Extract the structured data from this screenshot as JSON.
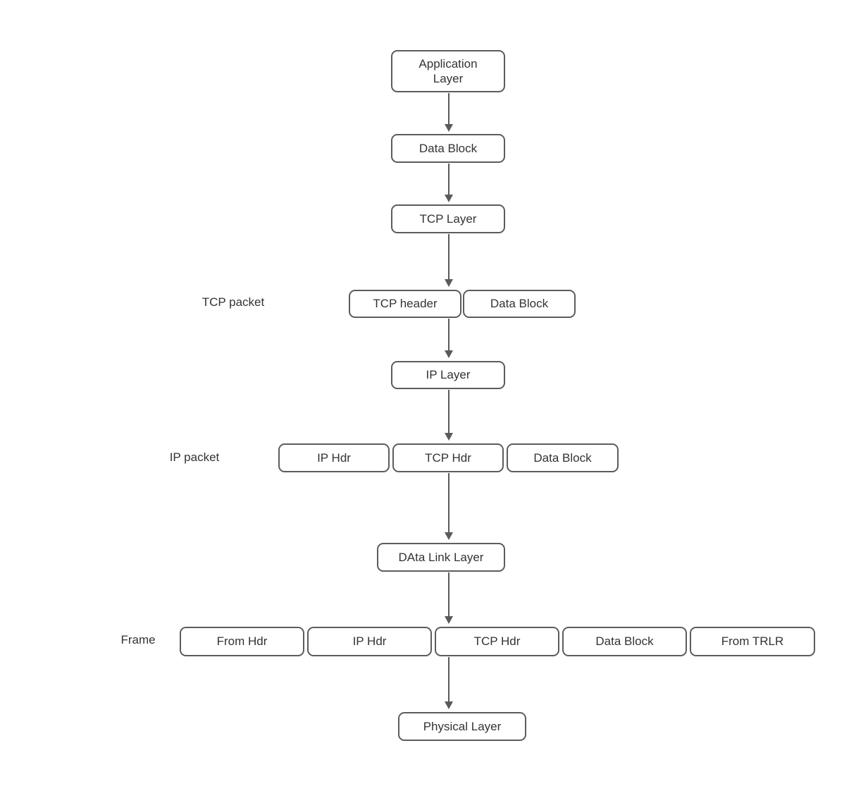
{
  "diagram": {
    "nodes": {
      "application_layer": "Application Layer",
      "data_block_top": "Data Block",
      "tcp_layer": "TCP Layer",
      "tcp_packet_row": {
        "tcp_header": "TCP header",
        "data_block": "Data Block"
      },
      "ip_layer": "IP Layer",
      "ip_packet_row": {
        "ip_hdr": "IP Hdr",
        "tcp_hdr": "TCP Hdr",
        "data_block": "Data Block"
      },
      "data_link_layer": "DAta Link Layer",
      "frame_row": {
        "from_hdr": "From Hdr",
        "ip_hdr": "IP Hdr",
        "tcp_hdr": "TCP Hdr",
        "data_block": "Data Block",
        "from_trlr": "From TRLR"
      },
      "physical_layer": "Physical Layer"
    },
    "row_labels": {
      "tcp_packet": "TCP packet",
      "ip_packet": "IP packet",
      "frame": "Frame"
    },
    "colors": {
      "box_border": "#5c5c5c",
      "box_fill": "#ffffff",
      "text": "#333333",
      "arrow": "#5a5a5a",
      "background": "#ffffff"
    }
  }
}
